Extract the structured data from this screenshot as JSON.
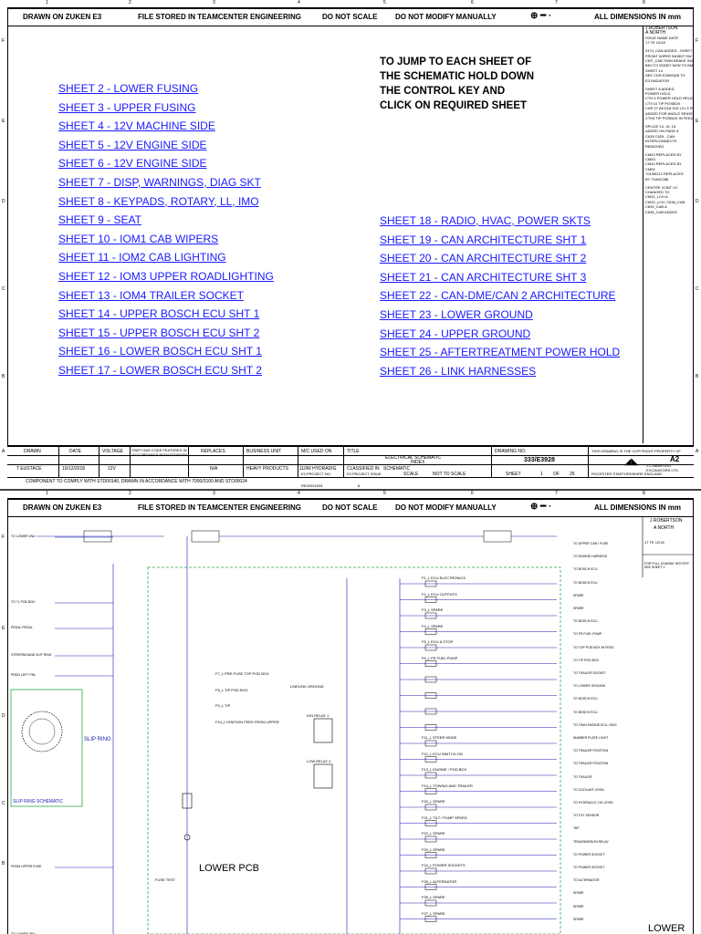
{
  "header": {
    "drawn_on": "DRAWN ON ZUKEN E3",
    "file_stored": "FILE STORED IN TEAMCENTER ENGINEERING",
    "do_not_scale": "DO NOT SCALE",
    "do_not_modify": "DO NOT MODIFY MANUALLY",
    "dimensions": "ALL DIMENSIONS IN mm"
  },
  "ruler": [
    "1",
    "2",
    "3",
    "4",
    "5",
    "6",
    "7",
    "8"
  ],
  "side_letters": [
    "F",
    "E",
    "D",
    "C",
    "B",
    "A"
  ],
  "instructions": [
    "TO JUMP TO EACH SHEET OF",
    "THE SCHEMATIC HOLD DOWN",
    "THE CONTROL KEY AND",
    "CLICK ON REQUIRED SHEET"
  ],
  "links_left": [
    "SHEET 2 - LOWER FUSING",
    "SHEET 3 - UPPER FUSING",
    "SHEET 4 - 12V MACHINE SIDE",
    "SHEET 5 - 12V ENGINE SIDE",
    "SHEET 6 - 12V ENGINE SIDE",
    "SHEET 7 - DISP, WARNINGS, DIAG SKT",
    "SHEET 8 - KEYPADS, ROTARY, LL, IMO",
    "SHEET 9 - SEAT",
    "SHEET 10 - IOM1 CAB WIPERS",
    "SHEET 11 - IOM2 CAB LIGHTING",
    "SHEET 12 - IOM3 UPPER ROADLIGHTING",
    "SHEET 13 - IOM4 TRAILER SOCKET",
    "SHEET 14 - UPPER BOSCH ECU SHT 1",
    "SHEET 15 - UPPER BOSCH ECU SHT 2",
    "SHEET 16 - LOWER BOSCH ECU SHT 1",
    "SHEET 17 - LOWER BOSCH ECU SHT 2"
  ],
  "links_right": [
    "SHEET 18 - RADIO, HVAC, POWER SKTS",
    "SHEET 19 - CAN ARCHITECTURE SHT 1",
    "SHEET 20 - CAN ARCHITECTURE SHT 2",
    "SHEET 21 - CAN ARCHITECTURE SHT 3",
    "SHEET 22 - CAN-DME/CAN 2 ARCHITECTURE",
    "SHEET 23 - LOWER GROUND",
    "SHEET 24 - UPPER GROUND",
    "SHEET 25 - AFTERTREATMENT POWER HOLD",
    "SHEET 26 - LINK HARNESSES"
  ],
  "revision_column": [
    "J.ROBERTSON",
    "A NORTH",
    "ISSUE  NAME  DATE",
    "17     TE    12/18",
    "2474_CAN ADDED - SHEET 11",
    "FRONT WIPER INHIBIT SW",
    "CEP_CAB TWIN BRAKE SW",
    "BK0 TO 933307 NON TO BMKD",
    "SHEET 14",
    "SEE CDR E3300628 TO",
    "E3 RADIATOR",
    "SHEET 8 ADDED",
    "POWER HOLD",
    "CTH 4 POWER HOLD RELAY",
    "CT9 10 TIP POSBOX",
    "CKR 27 A6 D18 S15 L3 L3 POS",
    "ADDED FOR ANGLE SENSOR",
    "CTH4 TIP POSBOX IN FEED",
    "SPLICE 14, 15, 16",
    "ADDED ON PAGE 6",
    "C628 C629 - CAN",
    "INTERCONNECTS",
    "REMOVED",
    "CM43 REPLACED BY",
    "CM53",
    "CM44 REPLACED BY",
    "CM52",
    "701/80212 REPLACED",
    "BY 716/52286",
    "CENTRE JOINT VC",
    "CHANGED TO",
    "CM31_LCH &",
    "CM32_LCH. C638_CAB,",
    "C639_CAB &",
    "C636_CAB ADDED"
  ],
  "titleblock": {
    "drawn_label": "DRAWN",
    "drawn": "T EUSTACE",
    "date_label": "DATE",
    "date": "10/12/2018",
    "voltage_label": "VOLTAGE",
    "voltage": "12V",
    "features_label": "PART HAS CODE FEATURES IN ACCORDANCE WITH STD00060",
    "replaces_label": "REPLACES",
    "replaces": "N/A",
    "bu_label": "BUSINESS UNIT",
    "bu": "HEAVY PRODUCTS",
    "mc_label": "M/C USED ON",
    "mc": "110W HYDRADIG",
    "title_label": "TITLE",
    "title": "ELECTRICAL SCHEMATIC",
    "index": "INDEX",
    "classified_label": "CLASSIFIED IN",
    "classified": "SCHEMATIC",
    "drawing_no_label": "DRAWING NO.",
    "drawing_no": "333/E3928",
    "copyright": "THIS DRAWING IS THE COPYRIGHT PROPERTY OF",
    "size": "A2",
    "company": "J.C.BAMFORD EXCAVATORS LTD.",
    "address": "ROCESTER  STAFFORDSHIRE  ENGLAND",
    "project_no_label": "E3 PROJECT NO.",
    "project_no": "RE00001505",
    "project_issue_label": "E3 PROJECT ISSUE",
    "project_issue": "8",
    "scale_label": "SCALE",
    "scale": "NOT TO SCALE",
    "sheet_label": "SHEET",
    "sheet": "1",
    "of_label": "OF",
    "of": "26",
    "compliance": "COMPONENT TO COMPLY WITH STD00140, DRAWN IN ACCORDANCE WITH 7000/3100 AND STD00024"
  },
  "sheet2": {
    "lower_pcb": "LOWER PCB",
    "slip_ring": "SLIP RING",
    "slip_ring_schematic": "SLIP RING SCHEMATIC",
    "lower_partial": "LOWER",
    "rev_name": "J ROBERTSON",
    "rev_name2": "A NORTH",
    "rev_issue": "17  TE  12/18",
    "rev_note": "FOR FULL CHANGE HISTORY SEE SHEET 1",
    "left_labels": [
      "TO LOWER 2NU",
      "TO 7L POD BOX",
      "PEDAL PEDAL",
      "STEERING/AND SLIP RING",
      "PRDG LEFT PNL",
      "FROM UPPER FUSE",
      "TO LOWER 2NU"
    ],
    "fuse_labels": [
      "F1_L ECU ELECTRONICS",
      "F2_L ECU OUTPUTS",
      "F3_L SPARE",
      "F4_L SPARE",
      "F5_L ECU & STOP",
      "F6_L FR FUEL PUMP",
      "F7_L PRE-FUSE TOP POD BOX",
      "F8_L TIP POD BOX",
      "F9_L TIP",
      "F10_L IGNITION FEED FROM UPPER",
      "F11_L STEER MODE",
      "F12_L ECU SWITCH ON",
      "F13_L ENGINE / POD BOX",
      "F14_L TOWING AND TRAILER",
      "F20_L SPARE",
      "F21_L TILT / PUMP SPEED",
      "F22_L SPARE",
      "F23_L SPARE",
      "F24_L POWER SOCKETS",
      "F25_L ALTERNATOR",
      "F26_L SPARE",
      "F27_L SPARE"
    ],
    "right_labels": [
      "TO UPPER CAN / FUSE",
      "TO ENGINE HARNESS",
      "TO BOSCH ECU",
      "TO BOSCH ECU",
      "SPARE",
      "SPARE",
      "TO BOSCH ECU",
      "TO FR FUEL PUMP",
      "TO TOP POD BOX IN FEED",
      "TO TIP POD BOX",
      "TO TRAILER SOCKET",
      "TO LOWER GROUND",
      "TO BOSCH ECU",
      "TO BOSCH ECU",
      "TO TWIN ENGINE ECU / BOX",
      "NUMBER PLATE LIGHT",
      "TO TRAILER POSITION",
      "TO TRAILER POSITION",
      "TO TRAILER",
      "TO COOLANT LEVEL",
      "TO HYDRAULIC OIL LEVEL",
      "TO TILT SENSOR",
      "TAP",
      "TRANSMISSION RELAY",
      "TO POWER SOCKET",
      "TO POWER SOCKET",
      "TO ALTERNATOR",
      "SPARE",
      "SPARE",
      "SPARE"
    ],
    "relay_labels": [
      "IGN RELAY 1",
      "LOW RELAY 2",
      "FUSE TEST",
      "LINELINK GROUND"
    ]
  }
}
